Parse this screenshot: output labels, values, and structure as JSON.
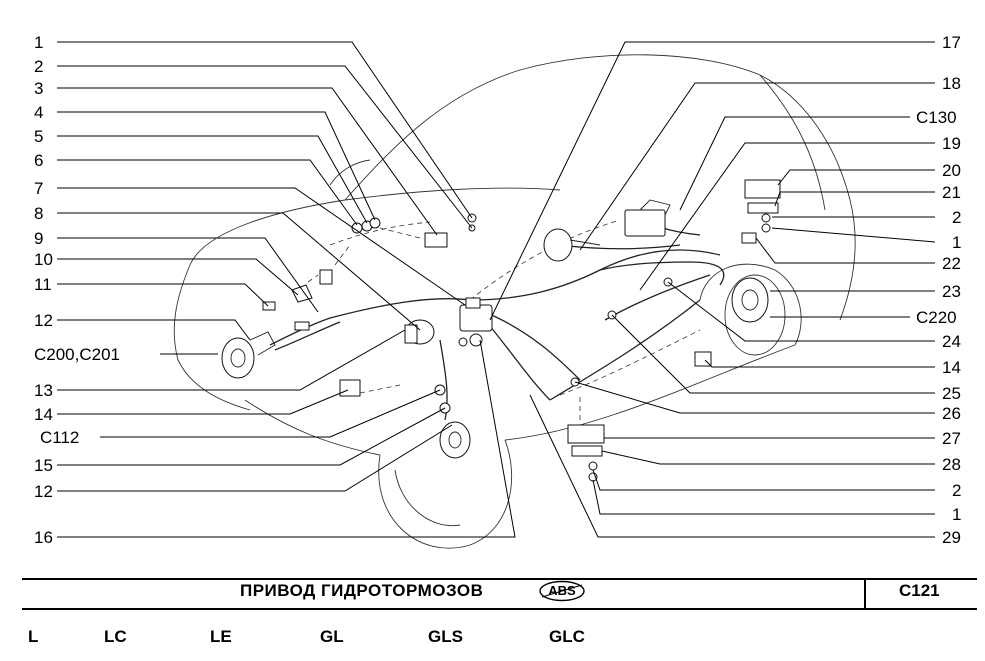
{
  "callouts_left": [
    "1",
    "2",
    "3",
    "4",
    "5",
    "6",
    "7",
    "8",
    "9",
    "10",
    "11",
    "12",
    "C200,C201",
    "13",
    "14",
    "C112",
    "15",
    "12",
    "16"
  ],
  "callouts_right": [
    "17",
    "18",
    "C130",
    "19",
    "20",
    "21",
    "2",
    "1",
    "22",
    "23",
    "C220",
    "24",
    "14",
    "25",
    "26",
    "27",
    "28",
    "2",
    "1",
    "29"
  ],
  "footer": {
    "title": "ПРИВОД   ГИДРОТОРМОЗОВ",
    "badge": "ABS",
    "code": "C121"
  },
  "variants": [
    "L",
    "LC",
    "LE",
    "GL",
    "GLS",
    "GLC"
  ]
}
